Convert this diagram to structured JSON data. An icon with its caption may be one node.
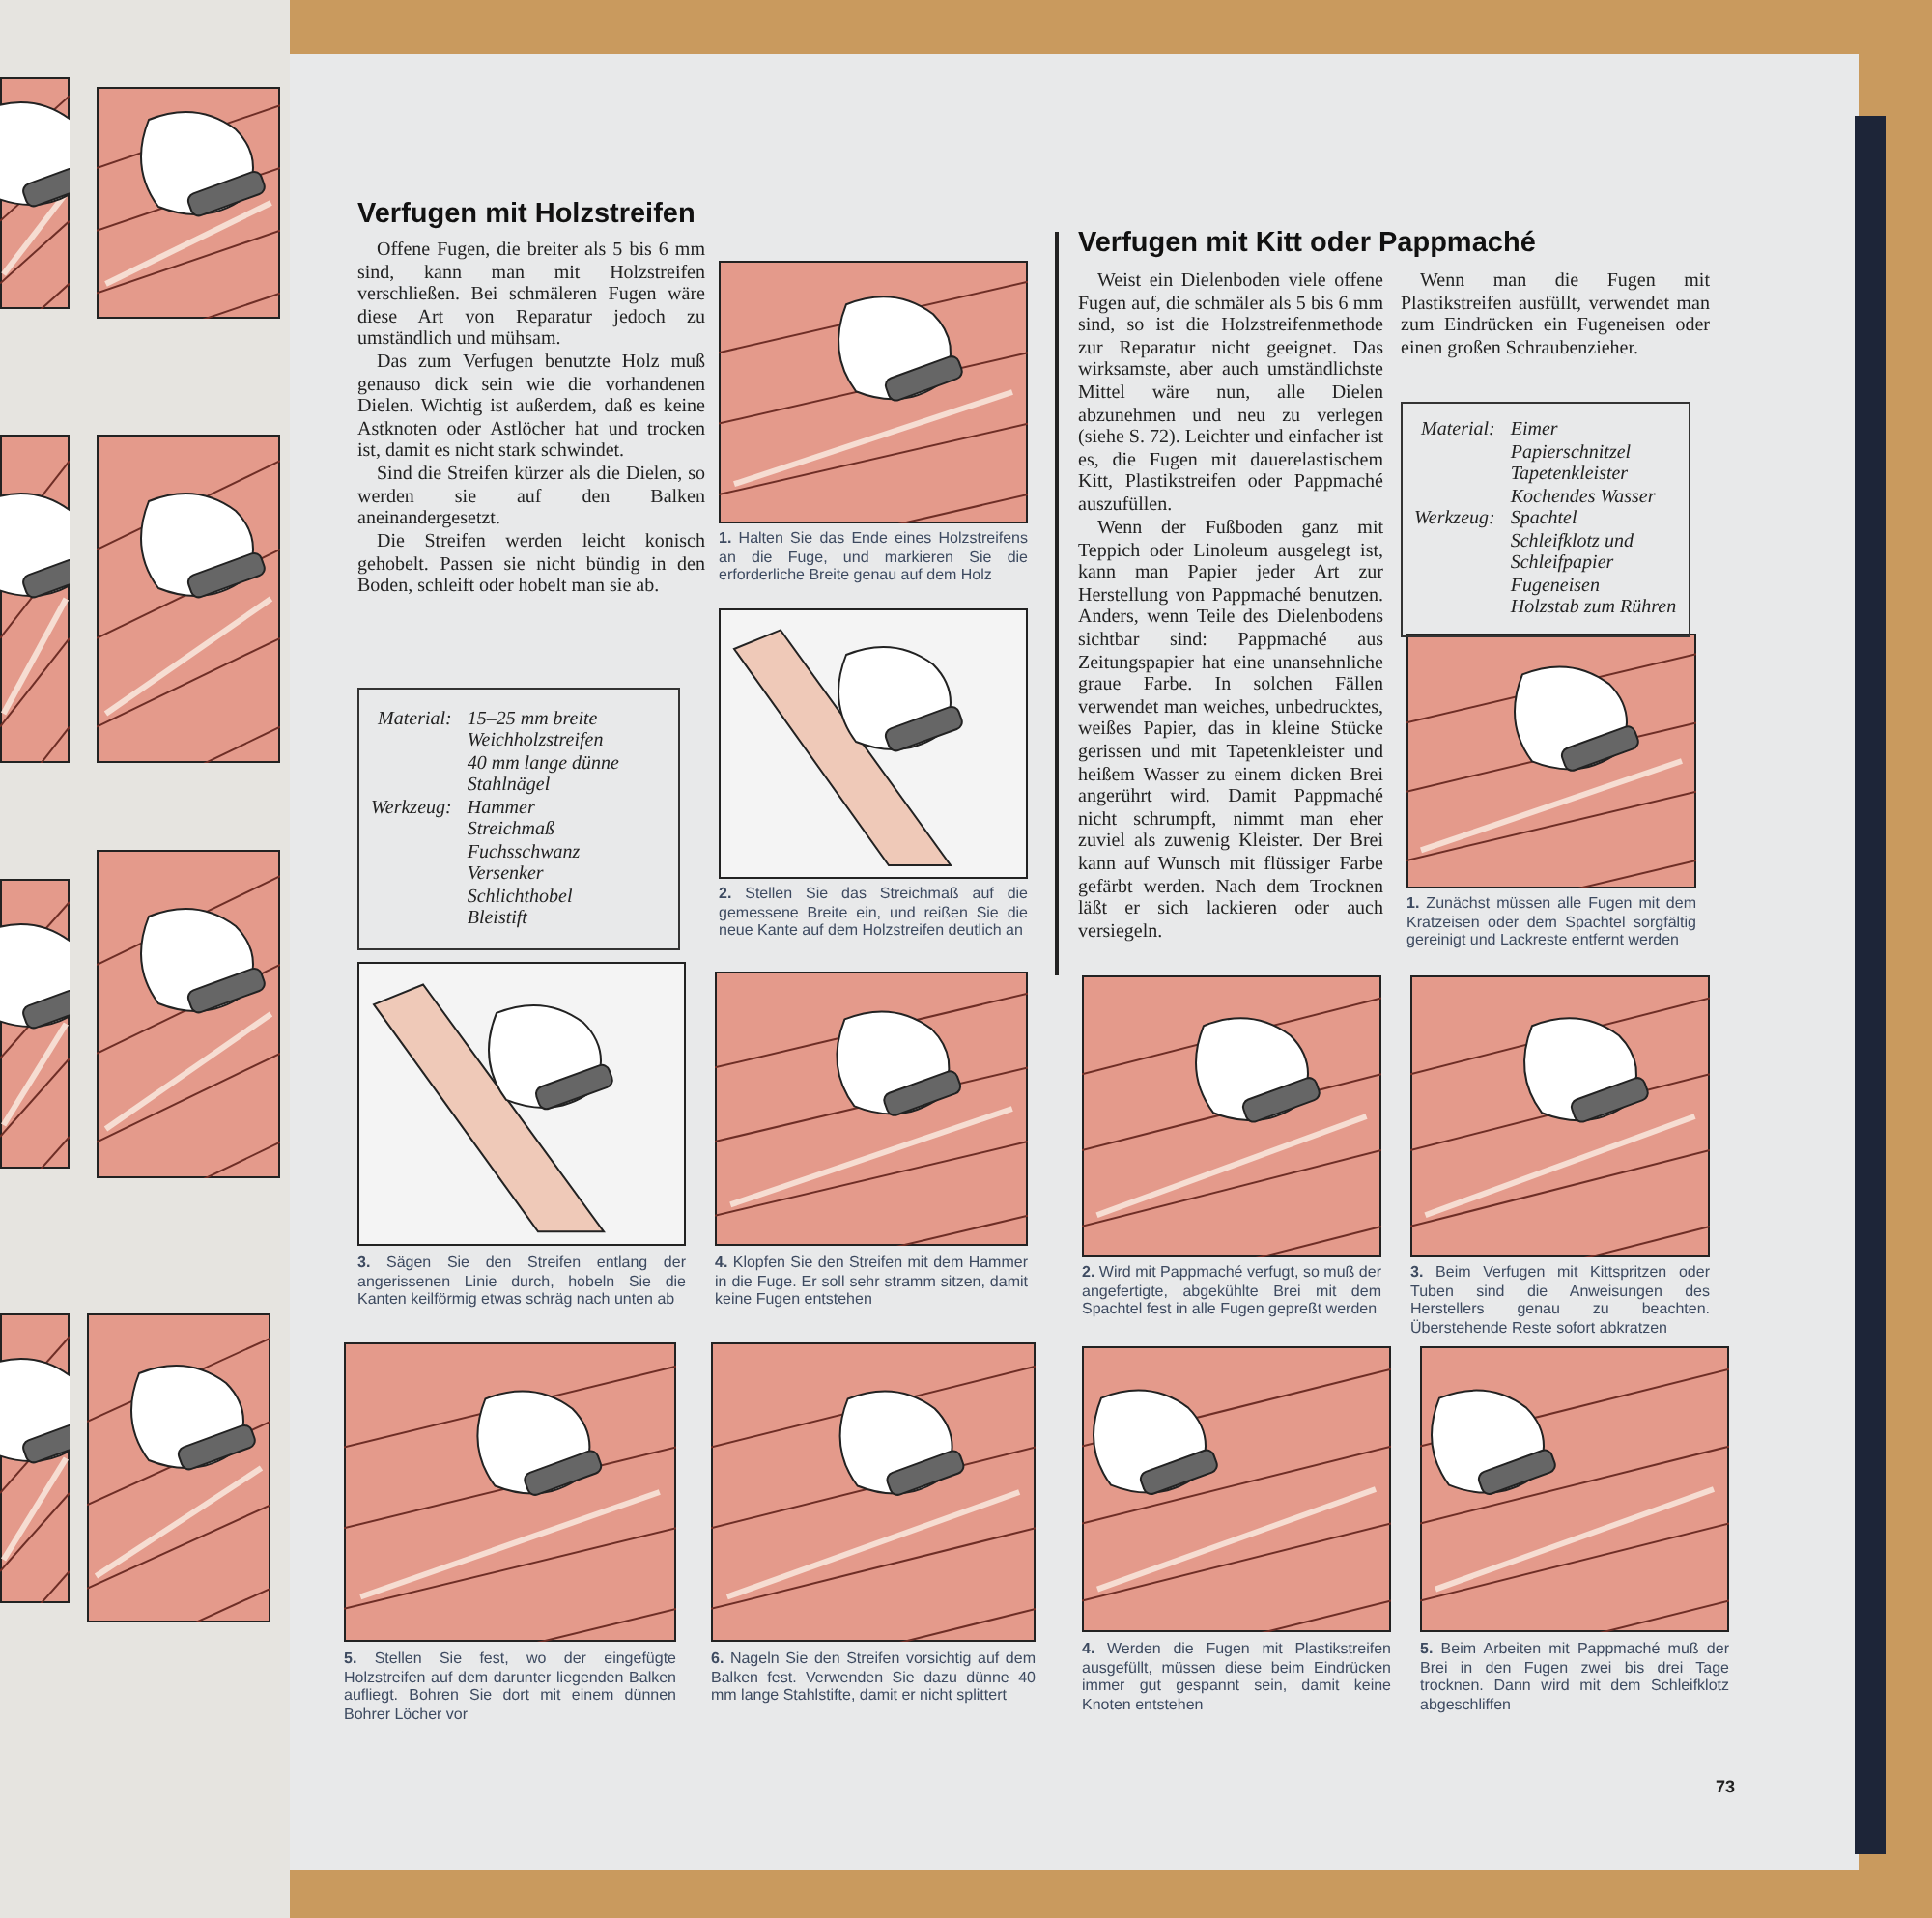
{
  "diagram": {
    "nodes": [
      {
        "text": [
          "Material:",
          "15–25 mm breite Weichholzstreifen",
          "40 mm lange dünne Stahlnägel",
          "Werkzeug:",
          "Hammer",
          "Streichmaß",
          "Fuchsschwanz",
          "Versenker",
          "Schlichthobel",
          "Bleistift"
        ]
      },
      {
        "text": [
          "Material:",
          "Eimer",
          "Papierschnitzel",
          "Tapetenkleister",
          "Kochendes Wasser",
          "Werkzeug:",
          "Spachtel",
          "Schleifklotz und Schleifpapier",
          "Fugeneisen",
          "Holzstab zum Rühren"
        ]
      }
    ],
    "labels": [
      "Verfugen mit Holzstreifen",
      "Offene Fugen, die breiter als 5 bis 6 mm sind, kann man mit Holzstreifen verschließen. Bei schmäleren Fugen wäre diese Art von Reparatur jedoch zu umständlich und mühsam.",
      "Das zum Verfugen benutzte Holz muß genauso dick sein wie die vorhandenen Dielen. Wichtig ist außerdem, daß es keine Astknoten oder Astlöcher hat und trocken ist, damit es nicht stark schwindet.",
      "Sind die Streifen kürzer als die Dielen, so werden sie auf den Balken aneinandergesetzt.",
      "Die Streifen werden leicht konisch gehobelt. Passen sie nicht bündig in den Boden, schleift oder hobelt man sie ab.",
      "**1.** Halten Sie das Ende eines Holzstreifens an die Fuge, und markieren Sie die erforderliche Breite genau auf dem Holz",
      "**2.** Stellen Sie das Streichmaß auf die gemessene Breite ein, und reißen Sie die neue Kante auf dem Holzstreifen deutlich an",
      "**3.** Sägen Sie den Streifen entlang der angerissenen Linie durch, hobeln Sie die Kanten keilförmig etwas schräg nach unten ab",
      "**4.** Klopfen Sie den Streifen mit dem Hammer in die Fuge. Er soll sehr stramm sitzen, damit keine Fugen entstehen",
      "**5.** Stellen Sie fest, wo der eingefügte Holzstreifen auf dem darunter liegenden Balken aufliegt. Bohren Sie dort mit einem dünnen Bohrer Löcher vor",
      "**6.** Nageln Sie den Streifen vorsichtig auf dem Balken fest. Verwenden Sie dazu dünne 40 mm lange Stahlstifte, damit er nicht splittert",
      "Verfugen mit Kitt oder Pappmaché",
      "Weist ein Dielenboden viele offene Fugen auf, die schmäler als 5 bis 6 mm sind, so ist die Holzstreifenmethode zur Reparatur nicht geeignet. Das wirksamste, aber auch umständlichste Mittel wäre nun, alle Dielen abzunehmen und neu zu verlegen (siehe S. 72). Leichter und einfacher ist es, die Fugen mit dauerelastischem Kitt, Plastikstreifen oder Pappmaché auszufüllen.",
      "Wenn der Fußboden ganz mit Teppich oder Linoleum ausgelegt ist, kann man Papier jeder Art zur Herstellung von Pappmaché benutzen. Anders, wenn Teile des Dielenbodens sichtbar sind: Pappmaché aus Zeitungspapier hat eine unansehnliche graue Farbe. In solchen Fällen verwendet man weiches, unbedrucktes, weißes Papier, das in kleine Stücke gerissen und mit Tapetenkleister und heißem Wasser zu einem dicken Brei angerührt wird. Damit Pappmaché nicht schrumpft, nimmt man eher zuviel als zuwenig Kleister. Der Brei kann auf Wunsch mit flüssiger Farbe gefärbt werden. Nach dem Trocknen läßt er sich lackieren oder auch versiegeln.",
      "Wenn man die Fugen mit Plastikstreifen ausfüllt, verwendet man zum Eindrücken ein Fugeneisen oder einen großen Schraubenzieher.",
      "**1.** Zunächst müssen alle Fugen mit dem Kratzeisen oder dem Spachtel sorgfältig gereinigt und Lackreste entfernt werden",
      "**2.** Wird mit Pappmaché verfugt, so muß der angefertigte, abgekühlte Brei mit dem Spachtel fest in alle Fugen gepreßt werden",
      "**3.** Beim Verfugen mit Kittspritzen oder Tuben sind die Anweisungen des Herstellers genau zu beachten. Überstehende Reste sofort abkratzen",
      "**4.** Werden die Fugen mit Plastikstreifen ausgefüllt, müssen diese beim Eindrücken immer gut gespannt sein, damit keine Knoten entstehen",
      "**5.** Beim Arbeiten mit Pappmaché muß der Brei in den Fugen zwei bis drei Tage trocknen. Dann wird mit dem Schleifklotz abgeschliffen",
      "73"
    ]
  }
}
